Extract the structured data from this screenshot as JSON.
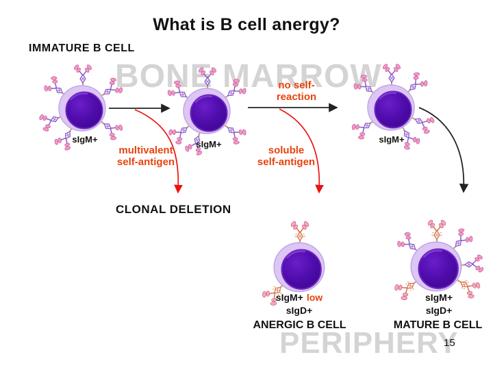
{
  "slide": {
    "title": "What is B cell anergy?",
    "page_number": "15"
  },
  "watermarks": {
    "bone_marrow": "BONE MARROW",
    "periphery": "PERIPHERY"
  },
  "stages": {
    "immature_label": "IMMATURE B CELL",
    "cell1_receptor": "sIgM+",
    "cell2_receptor": "sIgM+",
    "cell3_receptor": "sIgM+",
    "clonal_deletion": "CLONAL DELETION",
    "anergic": {
      "sigm": "sIgM+",
      "low": "low",
      "sigd": "sIgD+",
      "name": "ANERGIC B CELL"
    },
    "mature": {
      "sigm": "sIgM+",
      "sigd": "sIgD+",
      "name": "MATURE B CELL"
    }
  },
  "annotations": {
    "no_self_reaction": "no self-\nreaction",
    "multivalent": "multivalent\nself-antigen",
    "soluble": "soluble\nself-antigen"
  },
  "colors": {
    "accent_orange": "#e8430c",
    "arrow_red": "#ee1111",
    "arrow_black": "#222222",
    "cell_body_purple": "#4b0ca6",
    "cell_halo_lavender": "#dcc6f4",
    "igm_receptor_purple": "#8a5ac8",
    "igm_tip_pink": "#f49ac8",
    "igd_receptor_salmon": "#d4714e",
    "igd_tip_pink": "#f5a8bb",
    "watermark_gray": "#d4d4d4"
  }
}
